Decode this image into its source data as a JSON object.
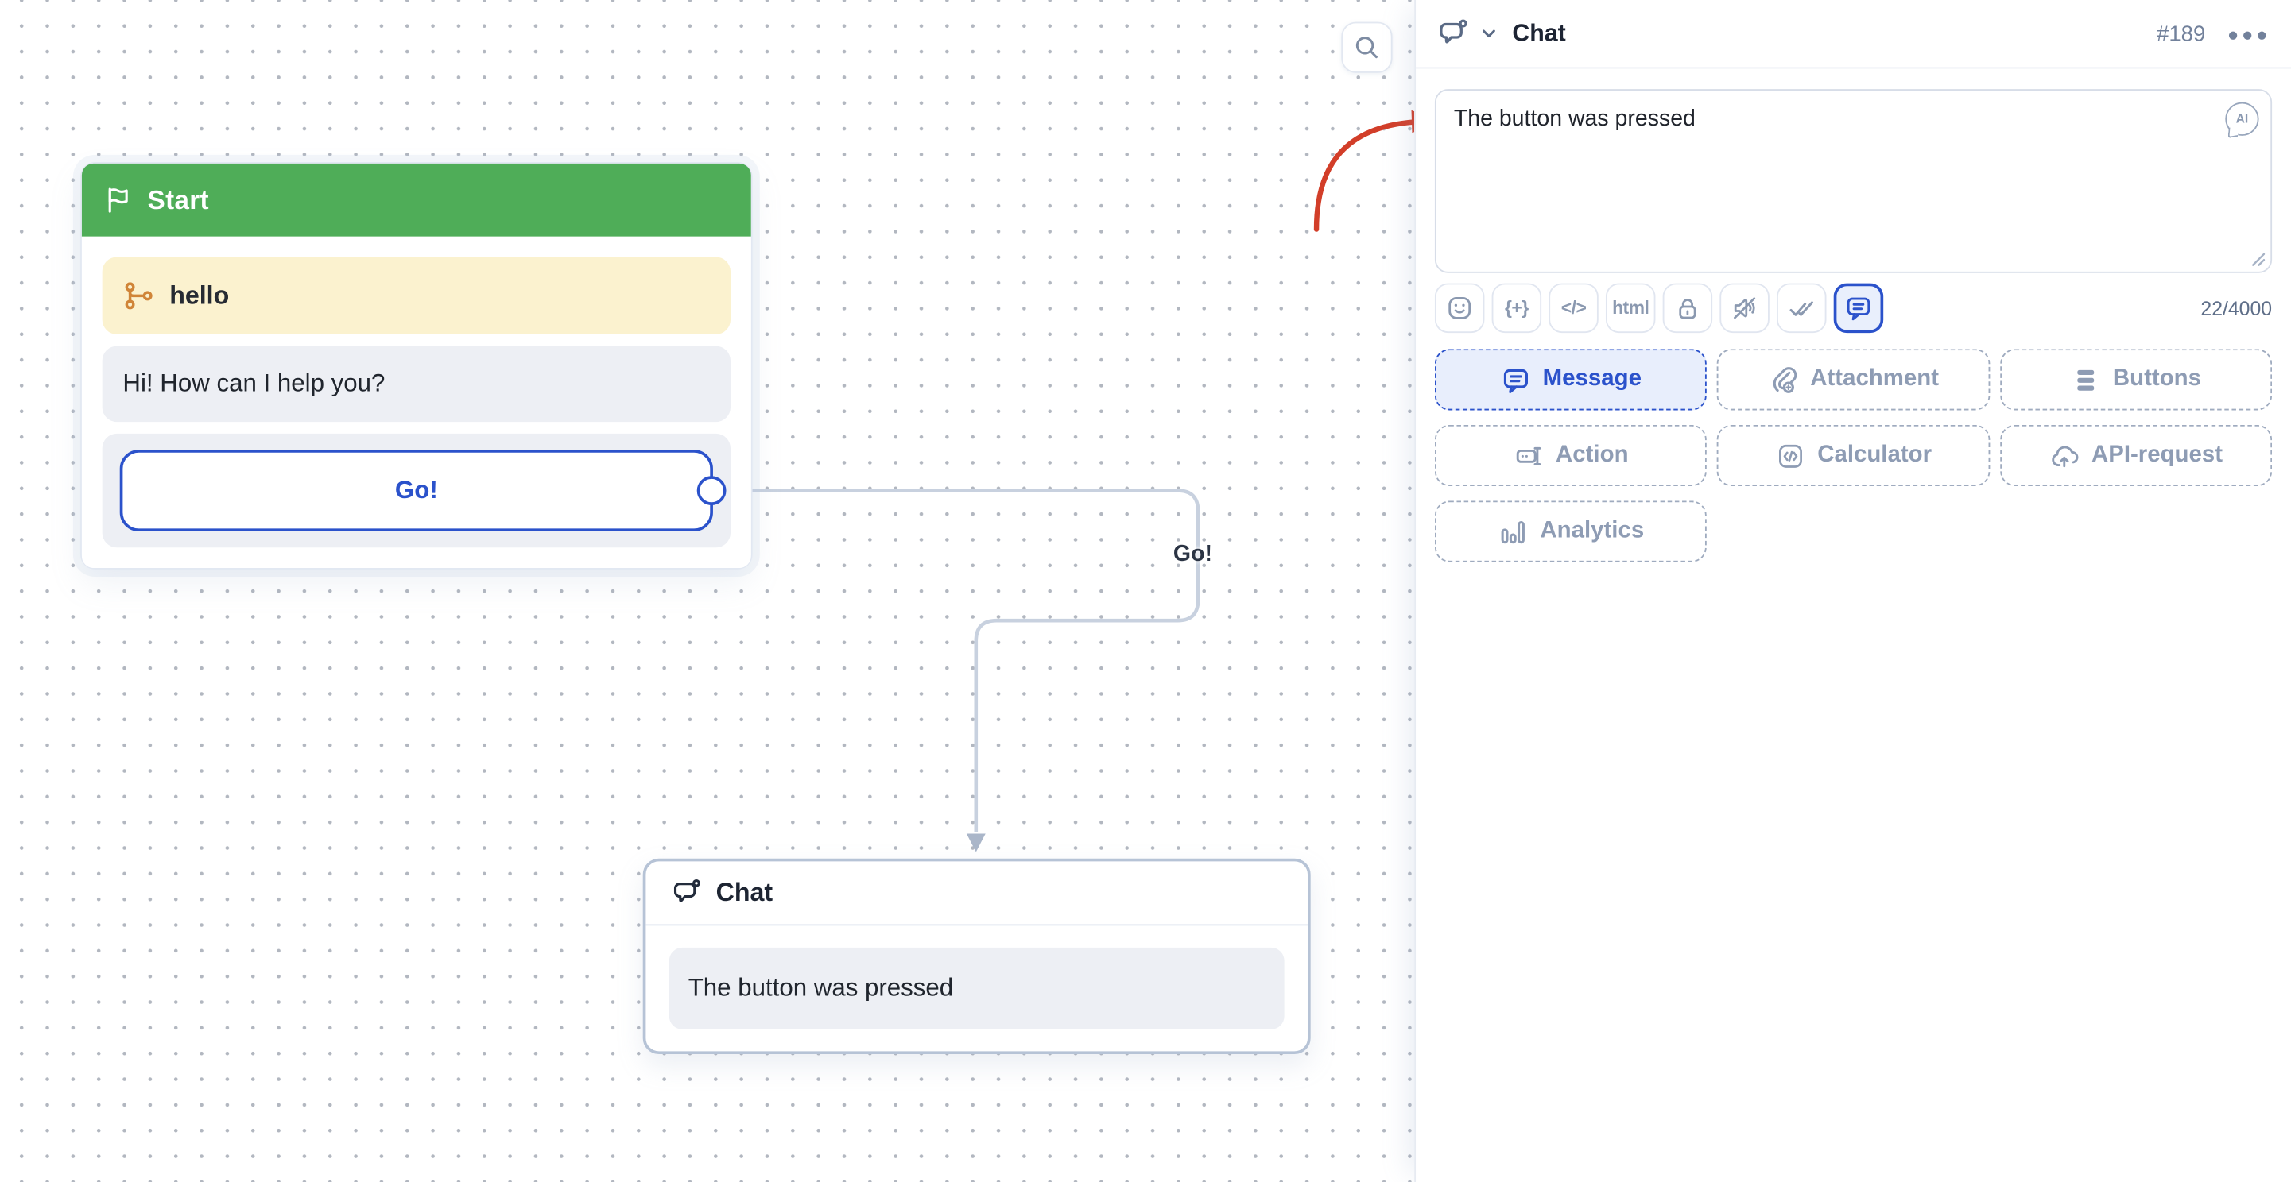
{
  "canvas": {
    "start_node": {
      "title": "Start",
      "trigger_label": "hello",
      "message_text": "Hi! How can I help you?",
      "button_label": "Go!"
    },
    "edge_label": "Go!",
    "chat_node": {
      "title": "Chat",
      "message_text": "The button was pressed"
    }
  },
  "panel": {
    "header": {
      "title": "Chat",
      "node_id": "#189",
      "menu_glyph": "●●●"
    },
    "editor": {
      "value": "The button was pressed",
      "ai_label": "AI",
      "counter": "22/4000"
    },
    "toolbar": {
      "variable_label": "{+}",
      "code_label": "</>",
      "html_label": "html"
    },
    "blocks": [
      {
        "label": "Message"
      },
      {
        "label": "Attachment"
      },
      {
        "label": "Buttons"
      },
      {
        "label": "Action"
      },
      {
        "label": "Calculator"
      },
      {
        "label": "API-request"
      },
      {
        "label": "Analytics"
      }
    ]
  },
  "colors": {
    "accent_blue": "#2b52cb",
    "start_green": "#4fad58",
    "trigger_yellow": "#fbf2cf",
    "wire_gray": "#c8d1df",
    "annotation_red": "#d23e29",
    "trigger_icon_orange": "#d08538"
  }
}
